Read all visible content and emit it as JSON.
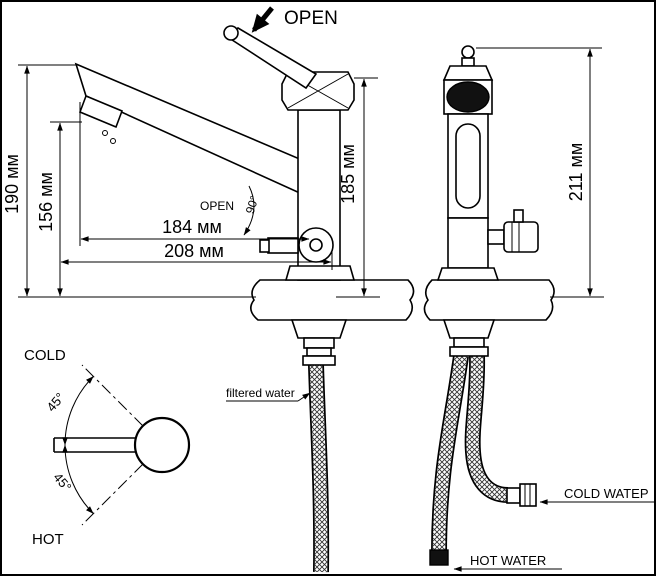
{
  "labels": {
    "open_top": "OPEN",
    "open_rotation": "OPEN",
    "rotation_angle": "90°",
    "filtered_water": "filtered water",
    "cold_water_line": "COLD WATEP",
    "hot_water_line": "HOT WATER",
    "cold_direction": "COLD",
    "hot_direction": "HOT",
    "swivel_upper": "45°",
    "swivel_lower": "45°"
  },
  "dimensions": {
    "spout_height": "190 мм",
    "aerator_height": "156 мм",
    "spout_reach": "184 мм",
    "total_reach": "208 мм",
    "body_height": "185 мм",
    "total_height": "211 мм"
  },
  "colors": {
    "line": "#000000",
    "background": "#ffffff"
  }
}
